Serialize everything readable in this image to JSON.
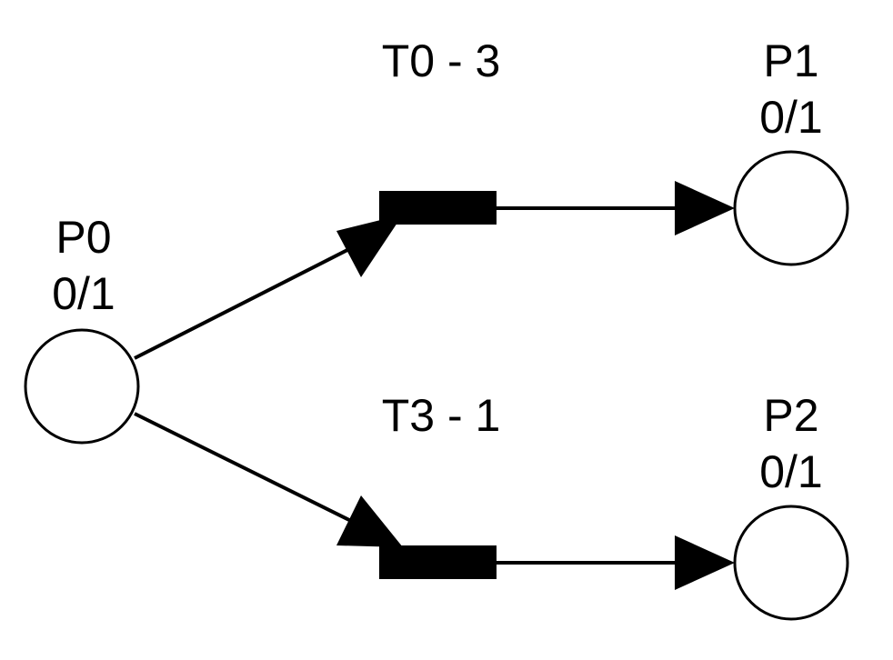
{
  "places": [
    {
      "id": "P0",
      "name": "P0",
      "tokens": "0/1"
    },
    {
      "id": "P1",
      "name": "P1",
      "tokens": "0/1"
    },
    {
      "id": "P2",
      "name": "P2",
      "tokens": "0/1"
    }
  ],
  "transitions": [
    {
      "id": "T0",
      "label": "T0 - 3"
    },
    {
      "id": "T3",
      "label": "T3 - 1"
    }
  ],
  "arcs": [
    {
      "from": "P0",
      "to": "T0"
    },
    {
      "from": "T0",
      "to": "P1"
    },
    {
      "from": "P0",
      "to": "T3"
    },
    {
      "from": "T3",
      "to": "P2"
    }
  ],
  "colors": {
    "stroke": "#000000",
    "fill": "#ffffff",
    "transition": "#000000"
  }
}
